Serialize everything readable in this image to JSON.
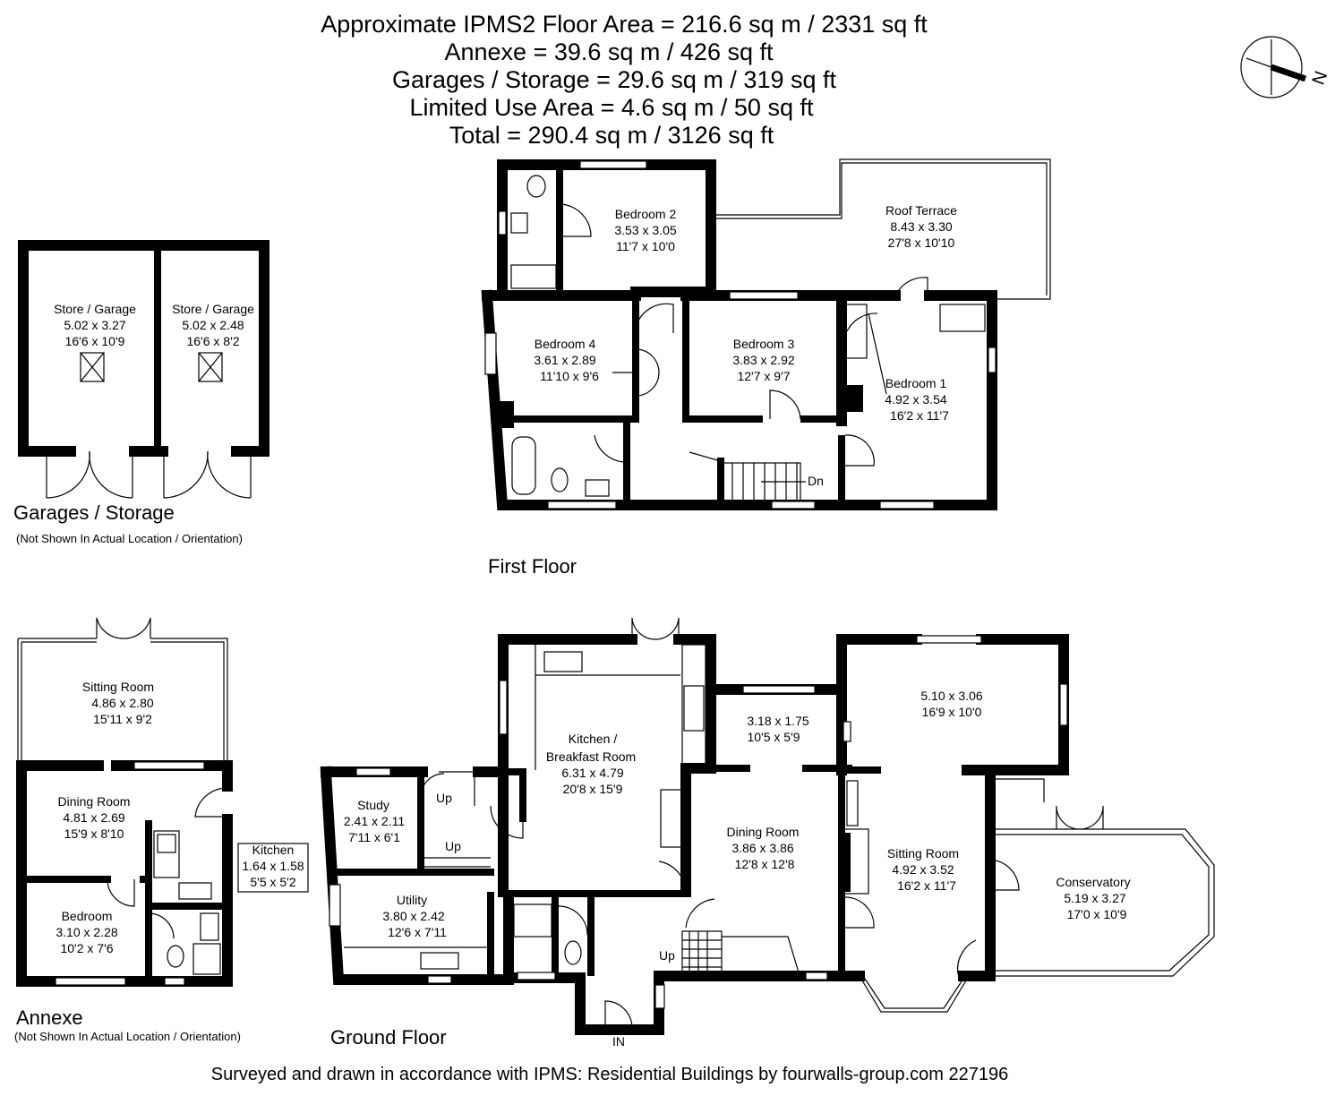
{
  "header": {
    "lines": [
      "Approximate IPMS2 Floor Area = 216.6 sq m / 2331 sq ft",
      "Annexe = 39.6 sq m / 426 sq ft",
      "Garages / Storage = 29.6 sq m / 319 sq ft",
      "Limited Use Area = 4.6 sq m / 50 sq ft",
      "Total = 290.4 sq m / 3126 sq ft"
    ]
  },
  "compass": {
    "label": "N"
  },
  "sections": {
    "first_floor": "First Floor",
    "ground_floor": "Ground Floor",
    "annexe": "Annexe",
    "annexe_note": "(Not Shown In Actual Location / Orientation)",
    "garages": "Garages / Storage",
    "garages_note": "(Not Shown In Actual Location / Orientation)"
  },
  "rooms": {
    "store1": [
      "Store / Garage",
      "5.02 x 3.27",
      "16'6 x 10'9"
    ],
    "store2": [
      "Store / Garage",
      "5.02 x 2.48",
      "16'6 x 8'2"
    ],
    "bedroom2": [
      "Bedroom 2",
      "3.53 x 3.05",
      "11'7 x 10'0"
    ],
    "roof_terrace": [
      "Roof Terrace",
      "8.43 x 3.30",
      "27'8 x 10'10"
    ],
    "bedroom4": [
      "Bedroom 4",
      "3.61 x 2.89",
      "11'10 x 9'6"
    ],
    "bedroom3": [
      "Bedroom 3",
      "3.83 x 2.92",
      "12'7 x 9'7"
    ],
    "bedroom1": [
      "Bedroom 1",
      "4.92 x 3.54",
      "16'2 x 11'7"
    ],
    "sitting_annexe": [
      "Sitting Room",
      "4.86 x 2.80",
      "15'11 x 9'2"
    ],
    "dining_annexe": [
      "Dining Room",
      "4.81 x 2.69",
      "15'9 x 8'10"
    ],
    "kitchen_annexe": [
      "Kitchen",
      "1.64 x 1.58",
      "5'5 x 5'2"
    ],
    "bedroom_annexe": [
      "Bedroom",
      "3.10 x 2.28",
      "10'2 x 7'6"
    ],
    "study": [
      "Study",
      "2.41 x 2.11",
      "7'11 x 6'1"
    ],
    "utility": [
      "Utility",
      "3.80 x 2.42",
      "12'6 x 7'11"
    ],
    "kitchen_breakfast": [
      "Kitchen /",
      "Breakfast Room",
      "6.31 x 4.79",
      "20'8 x 15'9"
    ],
    "room_318": [
      "3.18 x 1.75",
      "10'5 x 5'9"
    ],
    "room_510": [
      "5.10 x 3.06",
      "16'9 x 10'0"
    ],
    "dining_main": [
      "Dining Room",
      "3.86 x 3.86",
      "12'8 x 12'8"
    ],
    "sitting_main": [
      "Sitting Room",
      "4.92 x 3.52",
      "16'2 x 11'7"
    ],
    "conservatory": [
      "Conservatory",
      "5.19 x 3.27",
      "17'0 x 10'9"
    ]
  },
  "markers": {
    "dn": "Dn",
    "up1": "Up",
    "up2": "Up",
    "up3": "Up",
    "entrance": "IN"
  },
  "footer": "Surveyed and drawn in accordance with IPMS: Residential Buildings by fourwalls-group.com 227196"
}
